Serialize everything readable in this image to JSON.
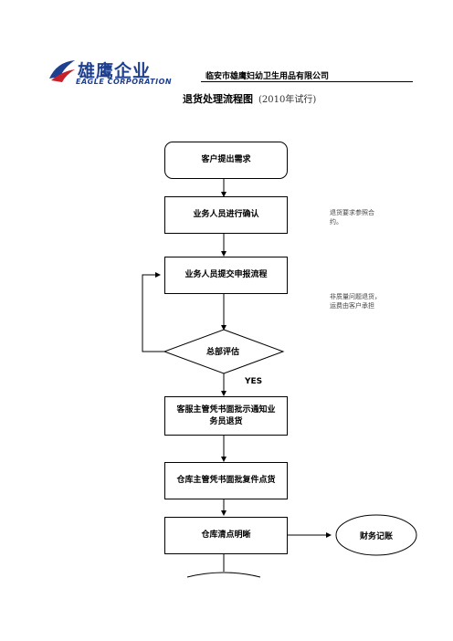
{
  "header": {
    "logo_zh": "雄鹰企业",
    "logo_en": "EAGLE CORPORATION",
    "company": "临安市雄鹰妇幼卫生用品有限公司",
    "title": "退货处理流程图",
    "subtitle": "(2010年试行)"
  },
  "flow": {
    "start": "客户提出需求",
    "step1": "业务人员进行确认",
    "step2": "业务人员提交申报流程",
    "decision": "总部评估",
    "yes": "YES",
    "step3_line1": "客服主管凭书面批示通知业",
    "step3_line2": "务员退货",
    "step4": "仓库主管凭书面批复件点货",
    "step5": "仓库清点明晰",
    "side": "财务记账"
  },
  "notes": {
    "note1": "退货要求参照合约。",
    "note2": "非质量问题退货，运费由客户承担"
  },
  "colors": {
    "logo_blue": "#1f3f8f",
    "logo_red": "#c8202a"
  }
}
